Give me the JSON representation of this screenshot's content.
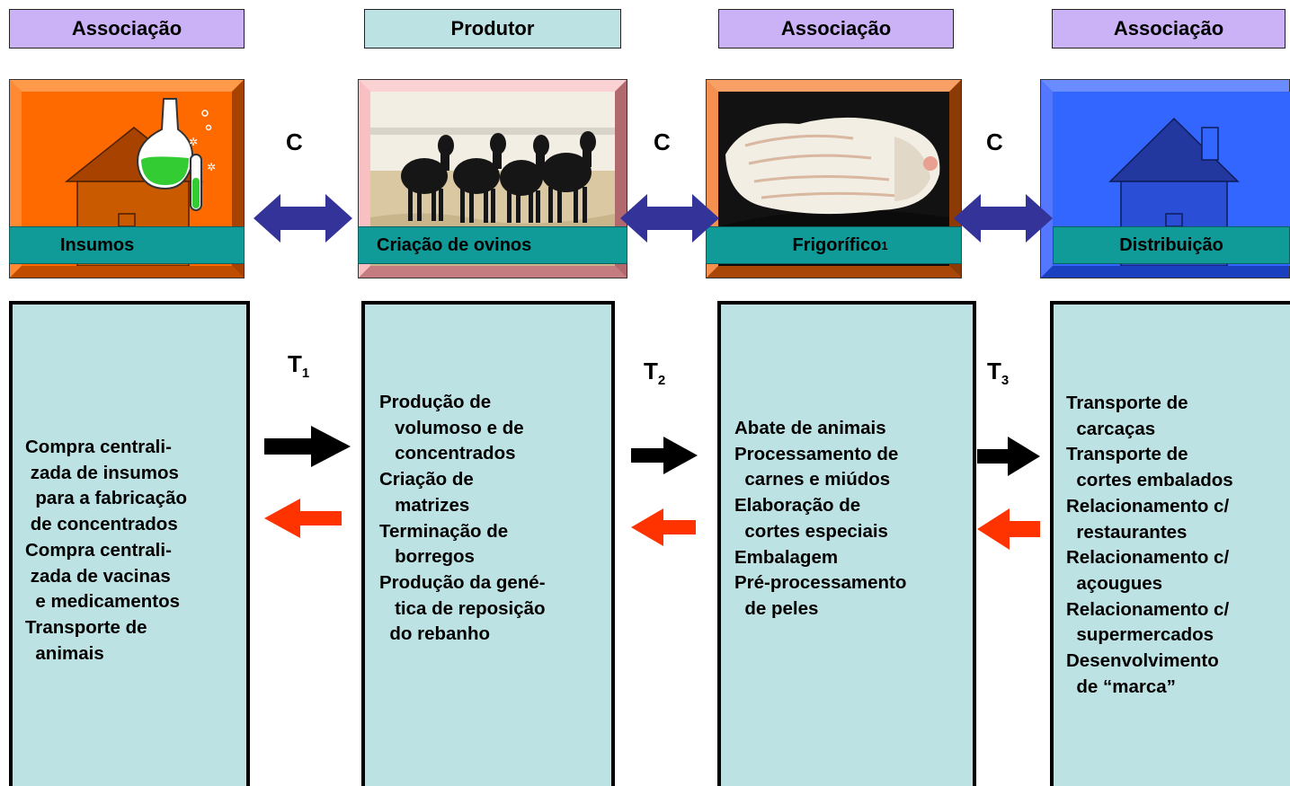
{
  "headers": [
    "Associação",
    "Produtor",
    "Associação",
    "Associação"
  ],
  "stages": [
    {
      "label": "Insumos",
      "icon": "lab-flask-house-icon"
    },
    {
      "label": "Criação de ovinos",
      "icon": "sheep-photo"
    },
    {
      "label": "Frigorífico",
      "sup": "1",
      "icon": "carcass-photo"
    },
    {
      "label": "Distribuição",
      "icon": "house-icon"
    }
  ],
  "connectors": [
    "C",
    "C",
    "C"
  ],
  "transactions": [
    {
      "letter": "T",
      "index": "1"
    },
    {
      "letter": "T",
      "index": "2"
    },
    {
      "letter": "T",
      "index": "3"
    }
  ],
  "activities": [
    "Compra centrali-\n zada de insumos\n  para a fabricação\n de concentrados\nCompra centrali-\n zada de vacinas\n  e medicamentos\nTransporte de\n  animais",
    "Produção de\n   volumoso e de\n   concentrados\nCriação de\n   matrizes\nTerminação de\n   borregos\nProdução da gené-\n   tica de reposição\n  do rebanho",
    "Abate de animais\nProcessamento de\n  carnes e miúdos\nElaboração de\n  cortes especiais\nEmbalagem\nPré-processamento\n  de peles",
    "Transporte de\n  carcaças\nTransporte de\n  cortes embalados\nRelacionamento c/\n  restaurantes\nRelacionamento c/\n  açougues\nRelacionamento c/\n  supermercados\nDesenvolvimento\n  de “marca”"
  ],
  "colors": {
    "header_lavender": "#cbb1f5",
    "header_cyan": "#bde2e4",
    "box_fill": "#bde2e4",
    "label_bar": "#109a98",
    "frame_orange": "#ff6a00",
    "frame_pink": "#f4a6aa",
    "frame_brown": "#f07c2c",
    "frame_blue": "#3366ff",
    "double_arrow": "#333399",
    "arrow_forward": "#000000",
    "arrow_back": "#ff3300"
  }
}
